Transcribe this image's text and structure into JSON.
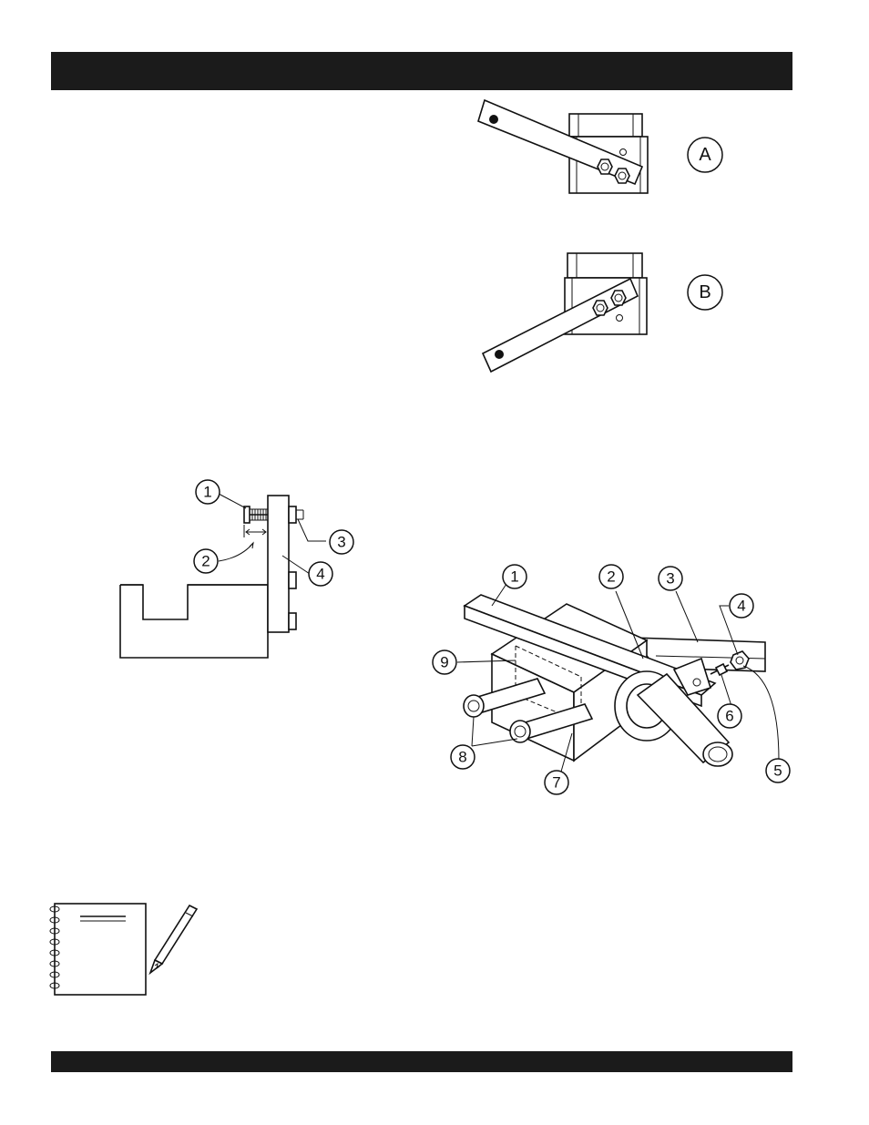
{
  "figure_ab": {
    "label_a": "A",
    "label_b": "B"
  },
  "figure_side": {
    "callouts": [
      "1",
      "2",
      "3",
      "4"
    ]
  },
  "figure_assembly": {
    "callouts": [
      "1",
      "2",
      "3",
      "4",
      "5",
      "6",
      "7",
      "8",
      "9"
    ]
  },
  "icons": {
    "notebook": "notebook-icon",
    "pencil": "pencil-icon"
  }
}
